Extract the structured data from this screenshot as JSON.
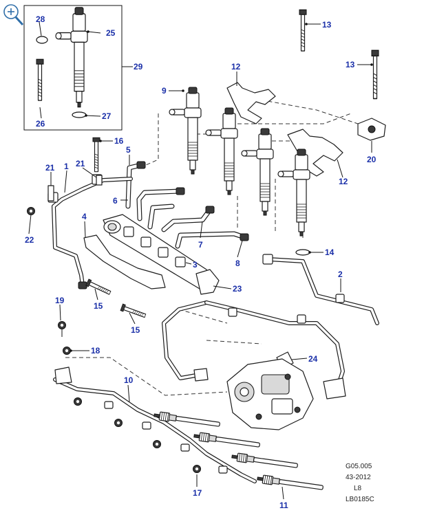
{
  "viewer": {
    "zoom_icon": "zoom-in-icon"
  },
  "callouts": {
    "c1": "1",
    "c2": "2",
    "c3": "3",
    "c4": "4",
    "c5": "5",
    "c6": "6",
    "c7": "7",
    "c8": "8",
    "c9": "9",
    "c10": "10",
    "c11": "11",
    "c12a": "12",
    "c12b": "12",
    "c13a": "13",
    "c13b": "13",
    "c14": "14",
    "c15a": "15",
    "c15b": "15",
    "c16": "16",
    "c17": "17",
    "c18": "18",
    "c19": "19",
    "c20": "20",
    "c21a": "21",
    "c21b": "21",
    "c22": "22",
    "c23": "23",
    "c24": "24",
    "c25": "25",
    "c26": "26",
    "c27": "27",
    "c28": "28",
    "c29": "29"
  },
  "reference": {
    "code": "G05.005",
    "date": "43-2012",
    "engine": "L8",
    "drawing": "LB0185C"
  }
}
